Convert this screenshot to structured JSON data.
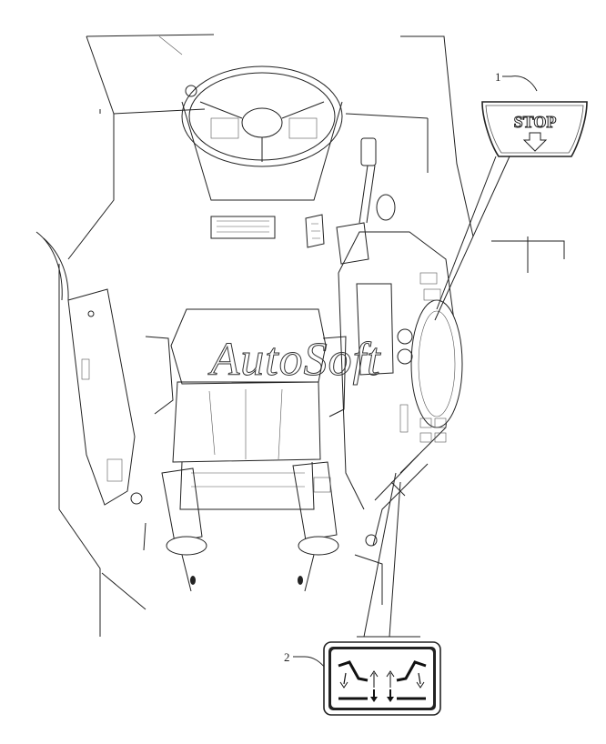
{
  "callouts": [
    {
      "number": "1",
      "label": "STOP"
    },
    {
      "number": "2",
      "label": ""
    }
  ],
  "watermark": "AutoSoft"
}
